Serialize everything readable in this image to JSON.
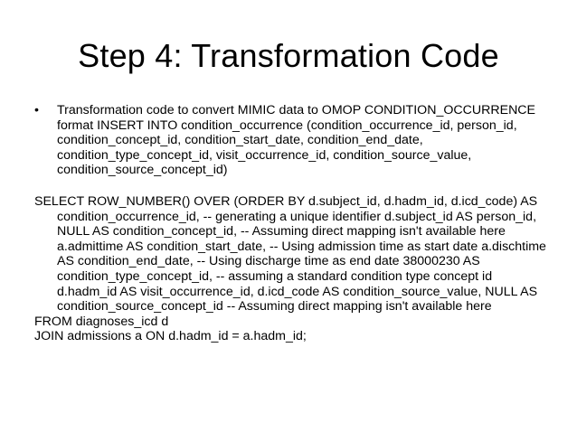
{
  "slide": {
    "title": "Step 4: Transformation Code",
    "bullet_char": "•",
    "bullet_text": "Transformation code to convert MIMIC data to OMOP CONDITION_OCCURRENCE format INSERT INTO condition_occurrence (condition_occurrence_id, person_id, condition_concept_id, condition_start_date, condition_end_date, condition_type_concept_id, visit_occurrence_id, condition_source_value, condition_source_concept_id)",
    "select_text": "SELECT ROW_NUMBER() OVER (ORDER BY d.subject_id, d.hadm_id, d.icd_code) AS condition_occurrence_id, -- generating a unique identifier d.subject_id AS person_id, NULL AS condition_concept_id, -- Assuming direct mapping isn't available here a.admittime AS condition_start_date, -- Using admission time as start date a.dischtime AS condition_end_date, -- Using discharge time as end date 38000230 AS condition_type_concept_id, -- assuming a standard condition type concept id d.hadm_id AS visit_occurrence_id, d.icd_code AS condition_source_value, NULL AS condition_source_concept_id -- Assuming direct mapping isn't available here",
    "from_text": "FROM diagnoses_icd d",
    "join_text": "JOIN admissions a ON d.hadm_id = a.hadm_id;"
  }
}
